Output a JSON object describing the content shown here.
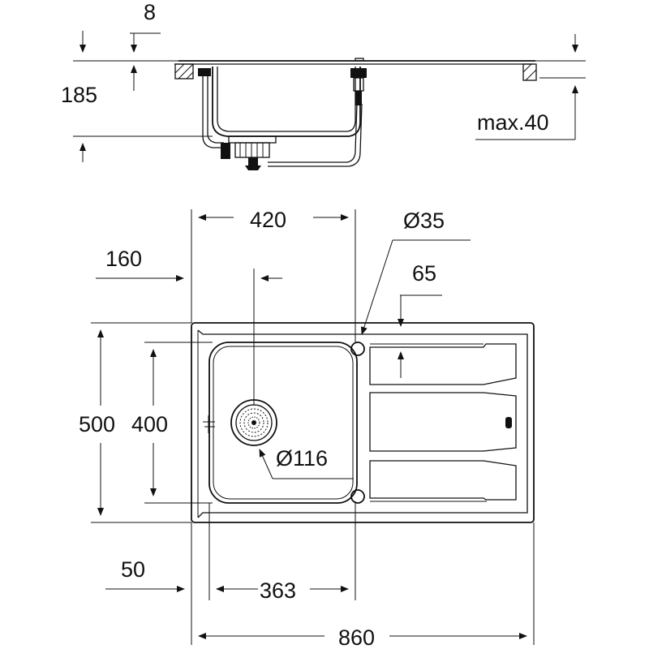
{
  "dimensions": {
    "top_offset": "8",
    "height": "185",
    "max_thickness": "max.40",
    "bowl_width": "420",
    "faucet_hole": "Ø35",
    "edge_offset": "160",
    "drainer_offset": "65",
    "total_depth": "500",
    "bowl_depth": "400",
    "drain": "Ø116",
    "side_margin": "50",
    "inner_bowl_width": "363",
    "total_width": "860"
  }
}
